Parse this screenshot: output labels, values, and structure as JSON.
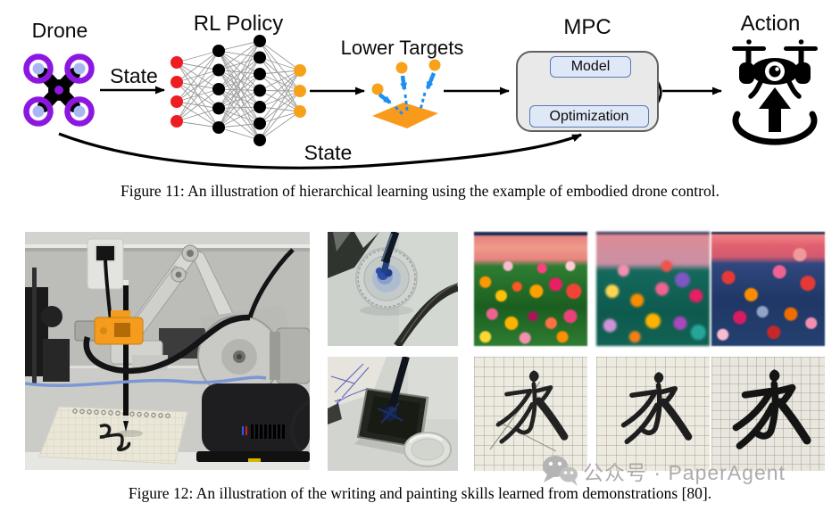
{
  "figure11": {
    "caption": "Figure 11: An illustration of hierarchical learning using the example of embodied drone control.",
    "drone_label": "Drone",
    "state_label": "State",
    "rl_policy_label": "RL Policy",
    "lower_targets_label": "Lower Targets",
    "mpc_label": "MPC",
    "model_label": "Model",
    "optimization_label": "Optimization",
    "action_label": "Action",
    "state_feedback_label": "State",
    "network": {
      "input_nodes": 4,
      "hidden_layer1_nodes": 5,
      "hidden_layer2_nodes": 7,
      "output_nodes": 3,
      "input_color": "#ee1c23",
      "hidden_color": "#000000",
      "output_color": "#f7a11a",
      "link_color": "#9a9a9a"
    },
    "colors": {
      "drone_rotor_purple": "#8d17e0",
      "drone_rotor_inner": "#aab6f3",
      "target_orange": "#f89b1c",
      "target_arrow_blue": "#1d8ff2",
      "mpc_box_fill": "#e9e9e9",
      "mpc_box_border": "#5f5f5f",
      "inner_box_fill": "#dfe8f7",
      "inner_box_border": "#5b79b4"
    }
  },
  "figure12": {
    "caption": "Figure 12: An illustration of the writing and painting skills learned from demonstrations [80].",
    "calligraphy_character": "永"
  },
  "watermark": {
    "text": "公众号 · PaperAgent"
  }
}
